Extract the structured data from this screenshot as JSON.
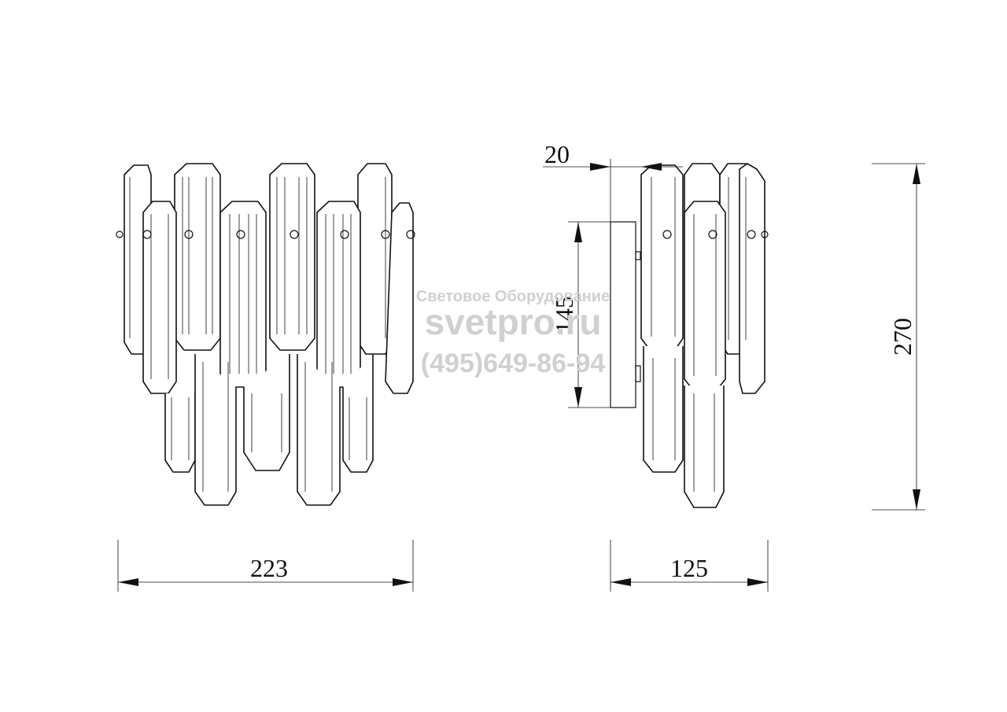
{
  "dimensions": {
    "width_front": "223",
    "depth_side": "125",
    "height_total": "270",
    "backplate_height": "145",
    "backplate_depth": "20"
  },
  "watermark": {
    "line1": "Световое Оборудование",
    "line2": "svetpro.ru",
    "line3": "(495)649-86-94",
    "color": "#d0d0d0"
  },
  "colors": {
    "line": "#111111",
    "background": "#ffffff"
  }
}
